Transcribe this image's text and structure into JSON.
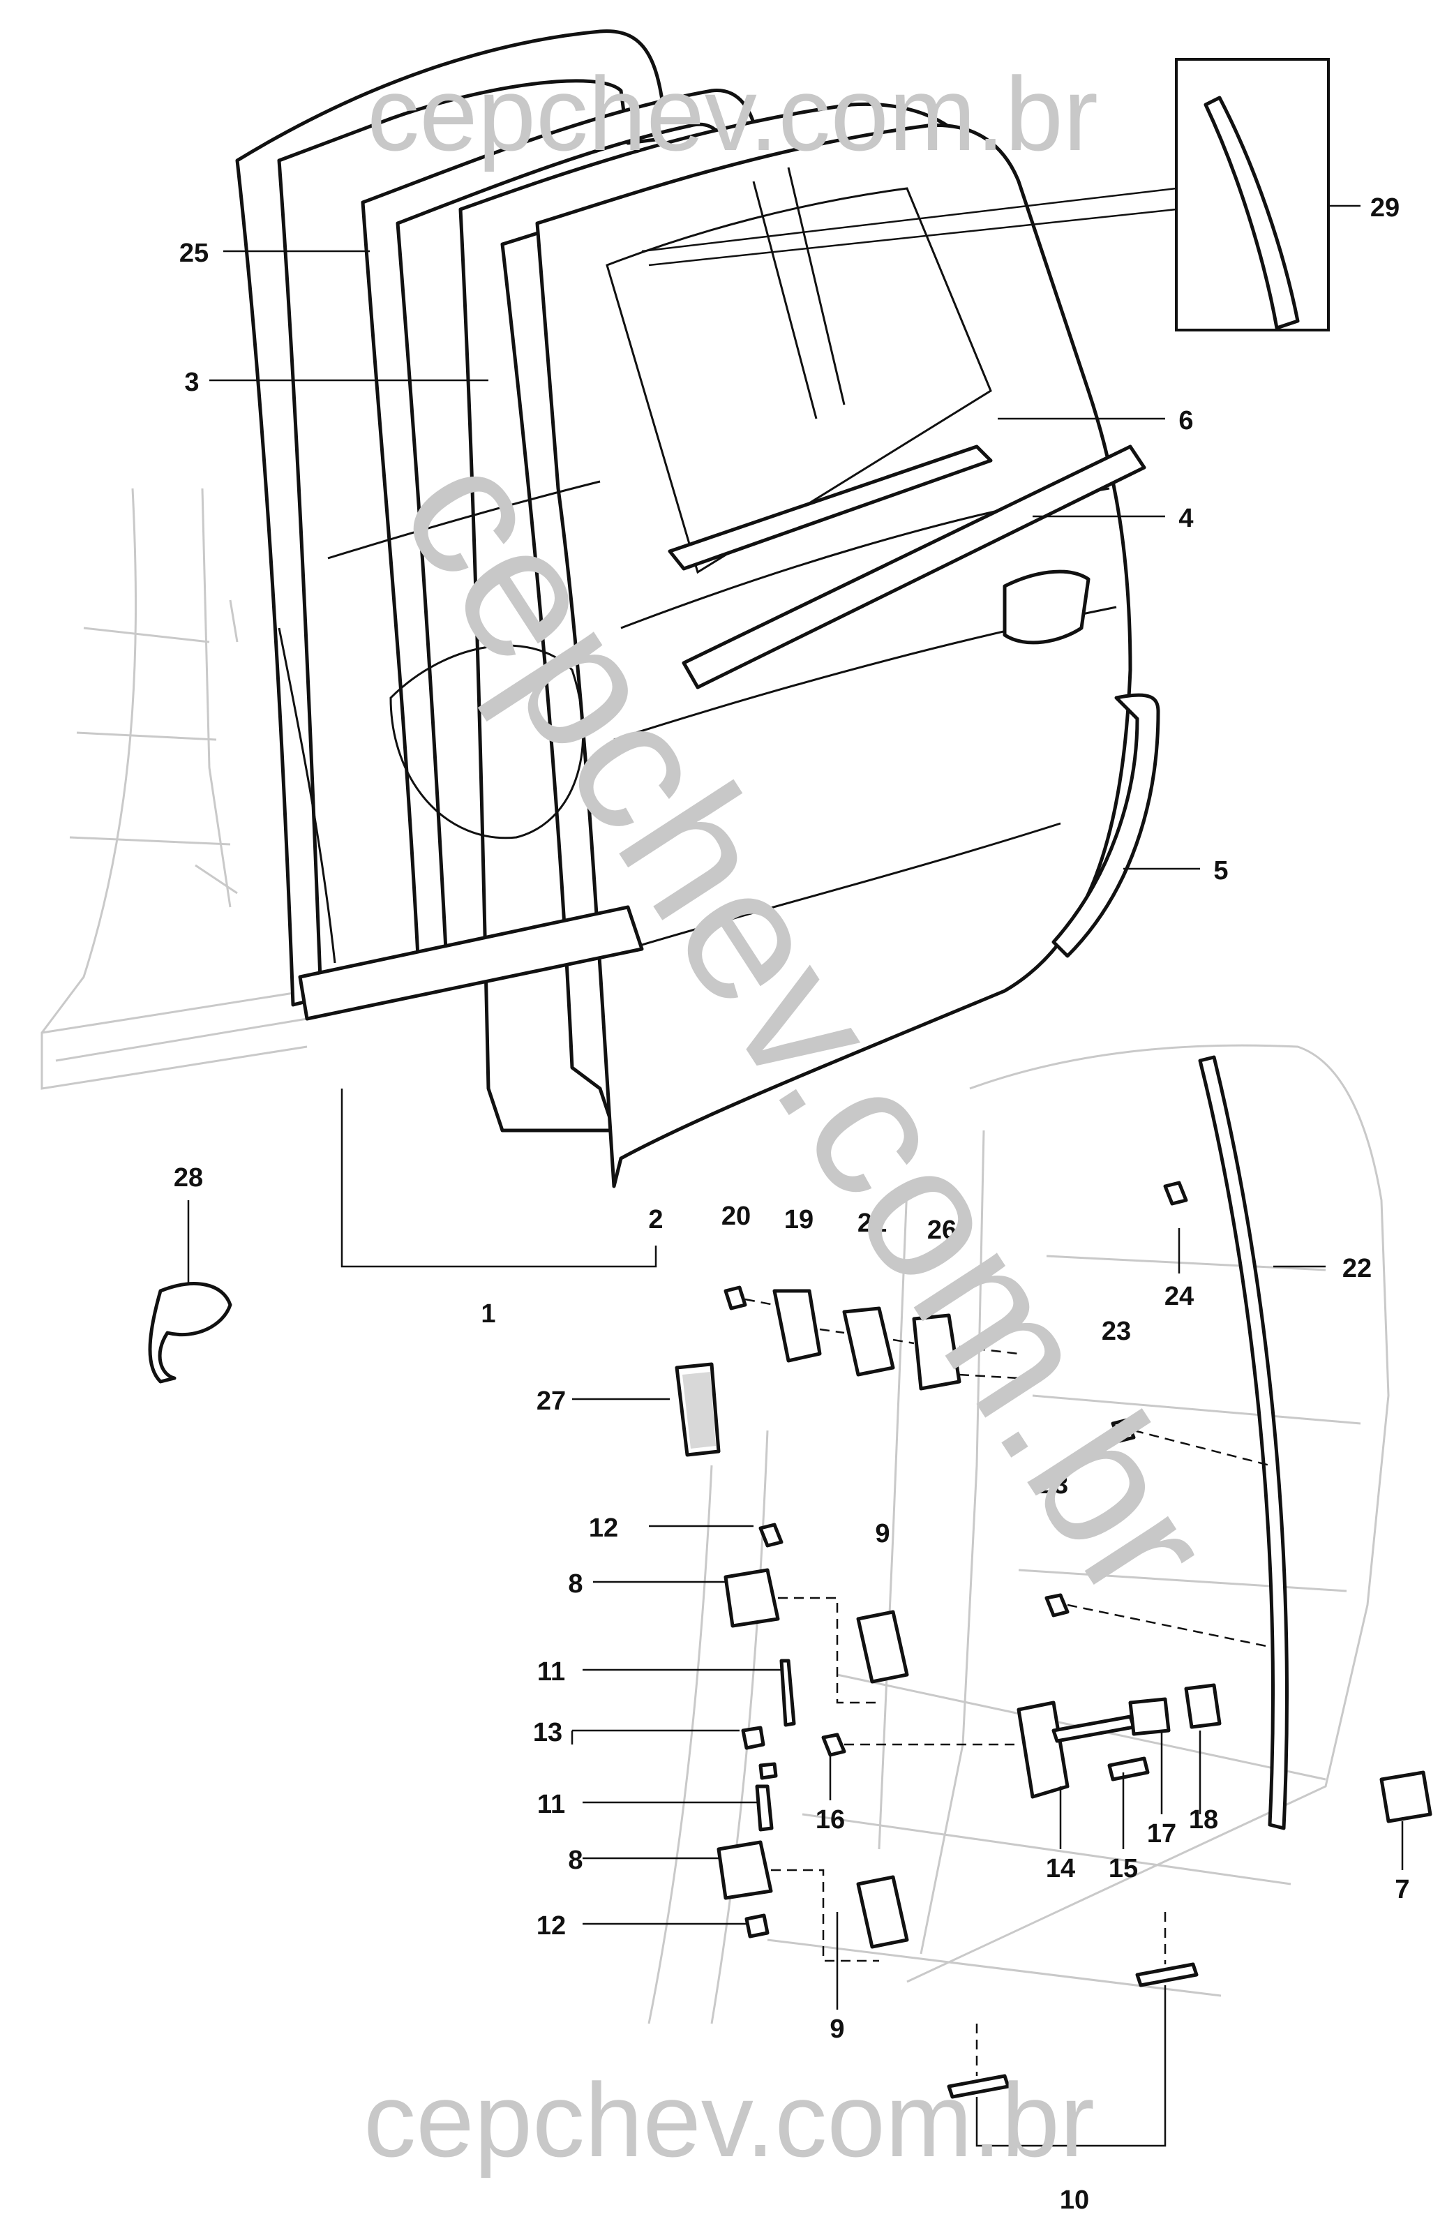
{
  "watermark": {
    "top": "cepchev.com.br",
    "bottom": "cepchev.com.br",
    "diagonal": "cepchev.com.br"
  },
  "callouts": {
    "c1": "1",
    "c2": "2",
    "c3": "3",
    "c4": "4",
    "c5": "5",
    "c6": "6",
    "c7": "7",
    "c8a": "8",
    "c8b": "8",
    "c9a": "9",
    "c9b": "9",
    "c10": "10",
    "c11a": "11",
    "c11b": "11",
    "c12a": "12",
    "c12b": "12",
    "c13": "13",
    "c14": "14",
    "c15": "15",
    "c16": "16",
    "c17": "17",
    "c18": "18",
    "c19": "19",
    "c20": "20",
    "c21": "21",
    "c22": "22",
    "c23a": "23",
    "c23b": "23",
    "c24": "24",
    "c25": "25",
    "c26": "26",
    "c27": "27",
    "c28": "28",
    "c29": "29"
  }
}
